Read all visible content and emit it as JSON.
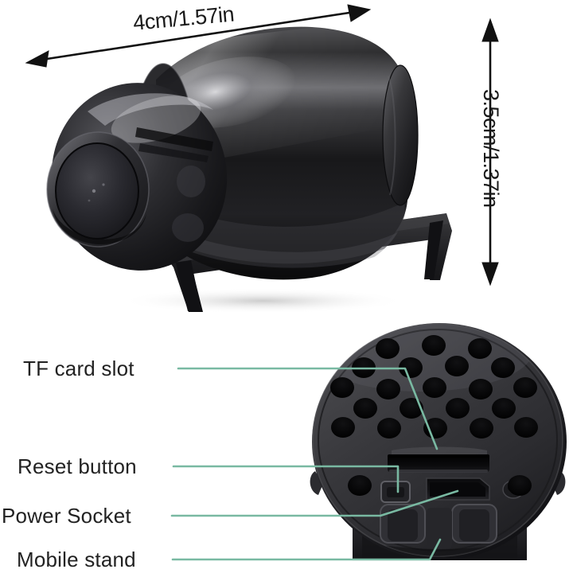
{
  "background_color": "#ffffff",
  "product": {
    "name": "mini camera",
    "body_color": "#1c1c1e",
    "views": [
      "three-quarter-front",
      "rear"
    ]
  },
  "dimensions": {
    "width_label": "4cm/1.57in",
    "height_label": "3.5cm/1.37in",
    "arrow_color": "#111111"
  },
  "callouts": {
    "line_color": "#79b9a2",
    "items": [
      {
        "id": "tf-card-slot",
        "label": "TF card slot"
      },
      {
        "id": "reset-button",
        "label": "Reset button"
      },
      {
        "id": "power-socket",
        "label": "Power Socket"
      },
      {
        "id": "mobile-stand",
        "label": "Mobile stand"
      }
    ]
  }
}
